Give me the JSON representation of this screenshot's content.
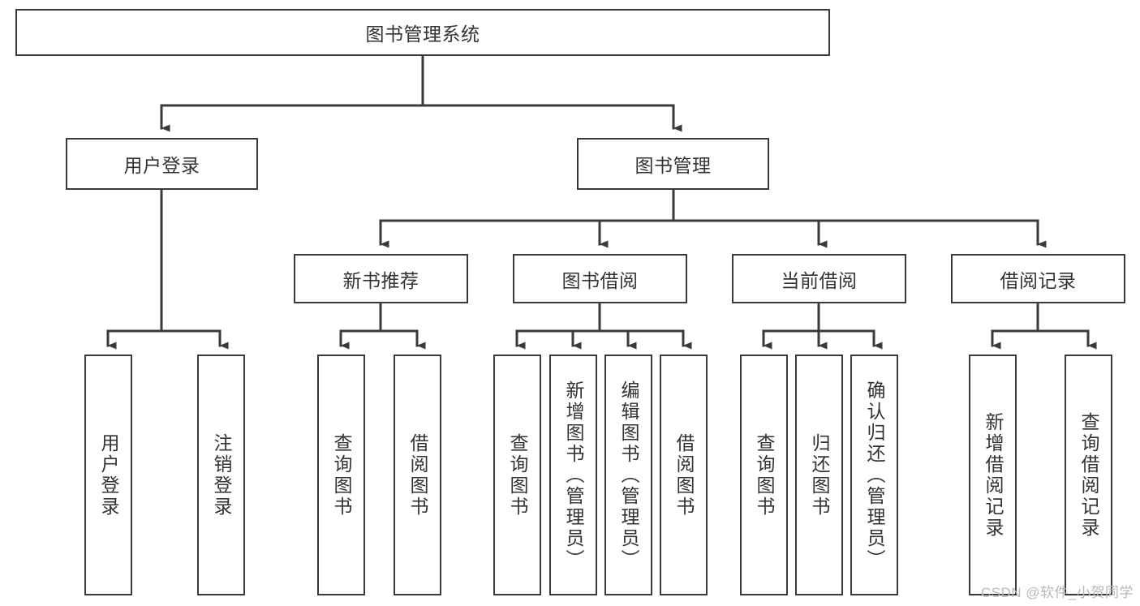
{
  "diagram": {
    "type": "tree-hierarchy",
    "title": "图书管理系统",
    "root": {
      "id": "root",
      "label": "图书管理系统"
    },
    "level1": [
      {
        "id": "user-login",
        "label": "用户登录"
      },
      {
        "id": "book-manage",
        "label": "图书管理"
      }
    ],
    "level2": [
      {
        "id": "new-book-recommend",
        "label": "新书推荐",
        "parent": "book-manage"
      },
      {
        "id": "book-borrow",
        "label": "图书借阅",
        "parent": "book-manage"
      },
      {
        "id": "current-borrow",
        "label": "当前借阅",
        "parent": "book-manage"
      },
      {
        "id": "borrow-record",
        "label": "借阅记录",
        "parent": "book-manage"
      }
    ],
    "leaves": [
      {
        "id": "leaf-user-login",
        "label": "用户登录",
        "parent": "user-login"
      },
      {
        "id": "leaf-logout",
        "label": "注销登录",
        "parent": "user-login"
      },
      {
        "id": "leaf-query-book-1",
        "label": "查询图书",
        "parent": "new-book-recommend"
      },
      {
        "id": "leaf-borrow-book-1",
        "label": "借阅图书",
        "parent": "new-book-recommend"
      },
      {
        "id": "leaf-query-book-2",
        "label": "查询图书",
        "parent": "book-borrow"
      },
      {
        "id": "leaf-add-book",
        "label": "新增图书（管理员）",
        "parent": "book-borrow"
      },
      {
        "id": "leaf-edit-book",
        "label": "编辑图书（管理员）",
        "parent": "book-borrow"
      },
      {
        "id": "leaf-borrow-book-2",
        "label": "借阅图书",
        "parent": "book-borrow"
      },
      {
        "id": "leaf-query-book-3",
        "label": "查询图书",
        "parent": "current-borrow"
      },
      {
        "id": "leaf-return-book",
        "label": "归还图书",
        "parent": "current-borrow"
      },
      {
        "id": "leaf-confirm-return",
        "label": "确认归还（管理员）",
        "parent": "current-borrow"
      },
      {
        "id": "leaf-add-record",
        "label": "新增借阅记录",
        "parent": "borrow-record"
      },
      {
        "id": "leaf-query-record",
        "label": "查询借阅记录",
        "parent": "borrow-record"
      }
    ],
    "colors": {
      "border": "#3a3a3a",
      "text": "#333333",
      "background": "#ffffff",
      "connector": "#3a3a3a",
      "watermark": "#b9b9b9"
    }
  },
  "watermark": {
    "text": "CSDN @软件_小贺同学"
  }
}
